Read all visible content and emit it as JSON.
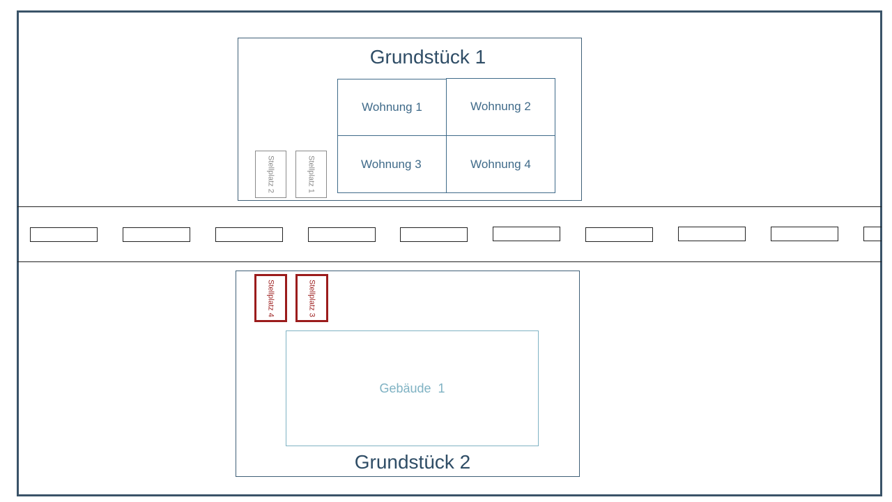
{
  "parcels": {
    "parcel1": {
      "title": "Grundstück 1",
      "flats": [
        "Wohnung 1",
        "Wohnung 2",
        "Wohnung 3",
        "Wohnung 4"
      ],
      "parking": [
        "Stellplatz 2",
        "Stellplatz 1"
      ]
    },
    "parcel2": {
      "title": "Grundstück 2",
      "building": "Gebäude  1",
      "parking": [
        "Stellplatz 4",
        "Stellplatz 3"
      ]
    }
  },
  "colors": {
    "frame": "#3a5368",
    "text_dark": "#2f4d66",
    "flat": "#3f6a89",
    "parking_highlight": "#9b1c1c",
    "parking_plain": "#8a8a8a",
    "building": "#7fb2c3"
  }
}
